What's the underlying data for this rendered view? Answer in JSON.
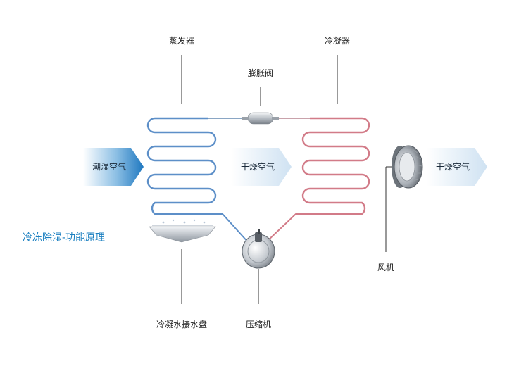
{
  "title": "冷冻除湿-功能原理",
  "components": {
    "evaporator": "蒸发器",
    "condenser": "冷凝器",
    "expansion_valve": "膨胀阀",
    "drip_tray": "冷凝水接水盘",
    "compressor": "压缩机",
    "fan": "风机"
  },
  "airflow": {
    "humid_air": "潮湿空气",
    "dry_air_middle": "干燥空气",
    "dry_air_out": "干燥空气"
  },
  "colors": {
    "title": "#1a7fc0",
    "cold_pipe": "#5d8fc8",
    "hot_pipe": "#d27b88",
    "arrow_strong": "#2f86c6",
    "arrow_light": "#d8e8f5"
  }
}
